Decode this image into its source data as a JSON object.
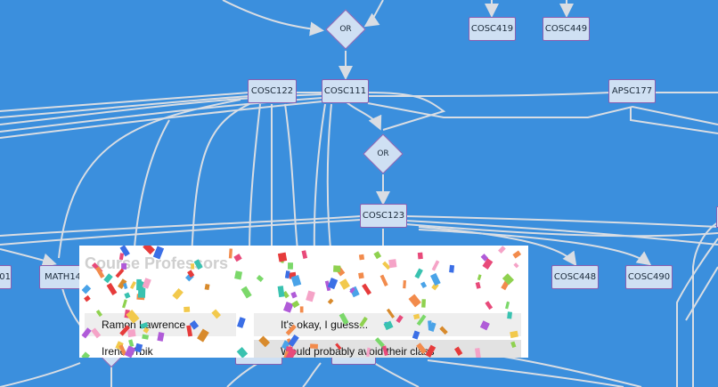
{
  "graph": {
    "nodes": [
      {
        "id": "or1",
        "label": "OR",
        "type": "or"
      },
      {
        "id": "cosc419",
        "label": "COSC419",
        "type": "course"
      },
      {
        "id": "cosc449",
        "label": "COSC449",
        "type": "course"
      },
      {
        "id": "cosc122",
        "label": "COSC122",
        "type": "course"
      },
      {
        "id": "cosc111",
        "label": "COSC111",
        "type": "course"
      },
      {
        "id": "apsc177",
        "label": "APSC177",
        "type": "course"
      },
      {
        "id": "or2",
        "label": "OR",
        "type": "or"
      },
      {
        "id": "cosc123",
        "label": "COSC123",
        "type": "course"
      },
      {
        "id": "cosc448",
        "label": "COSC448",
        "type": "course"
      },
      {
        "id": "cosc490",
        "label": "COSC490",
        "type": "course"
      },
      {
        "id": "math14x",
        "label": "MATH14?",
        "type": "course"
      },
      {
        "id": "partial01",
        "label": "01",
        "type": "course"
      }
    ]
  },
  "popup": {
    "title": "Course Professors",
    "professors": [
      {
        "name": "Ramon Lawrence",
        "comment": "It's okay, I guess..."
      },
      {
        "name": "Irene Vrbik",
        "comment": "Would probably avoid their class"
      }
    ]
  },
  "colors": {
    "background": "#3b8fdd",
    "node_fill": "#cfe0f3",
    "node_border": "#8a5fb0",
    "edge": "#d9dde3"
  }
}
